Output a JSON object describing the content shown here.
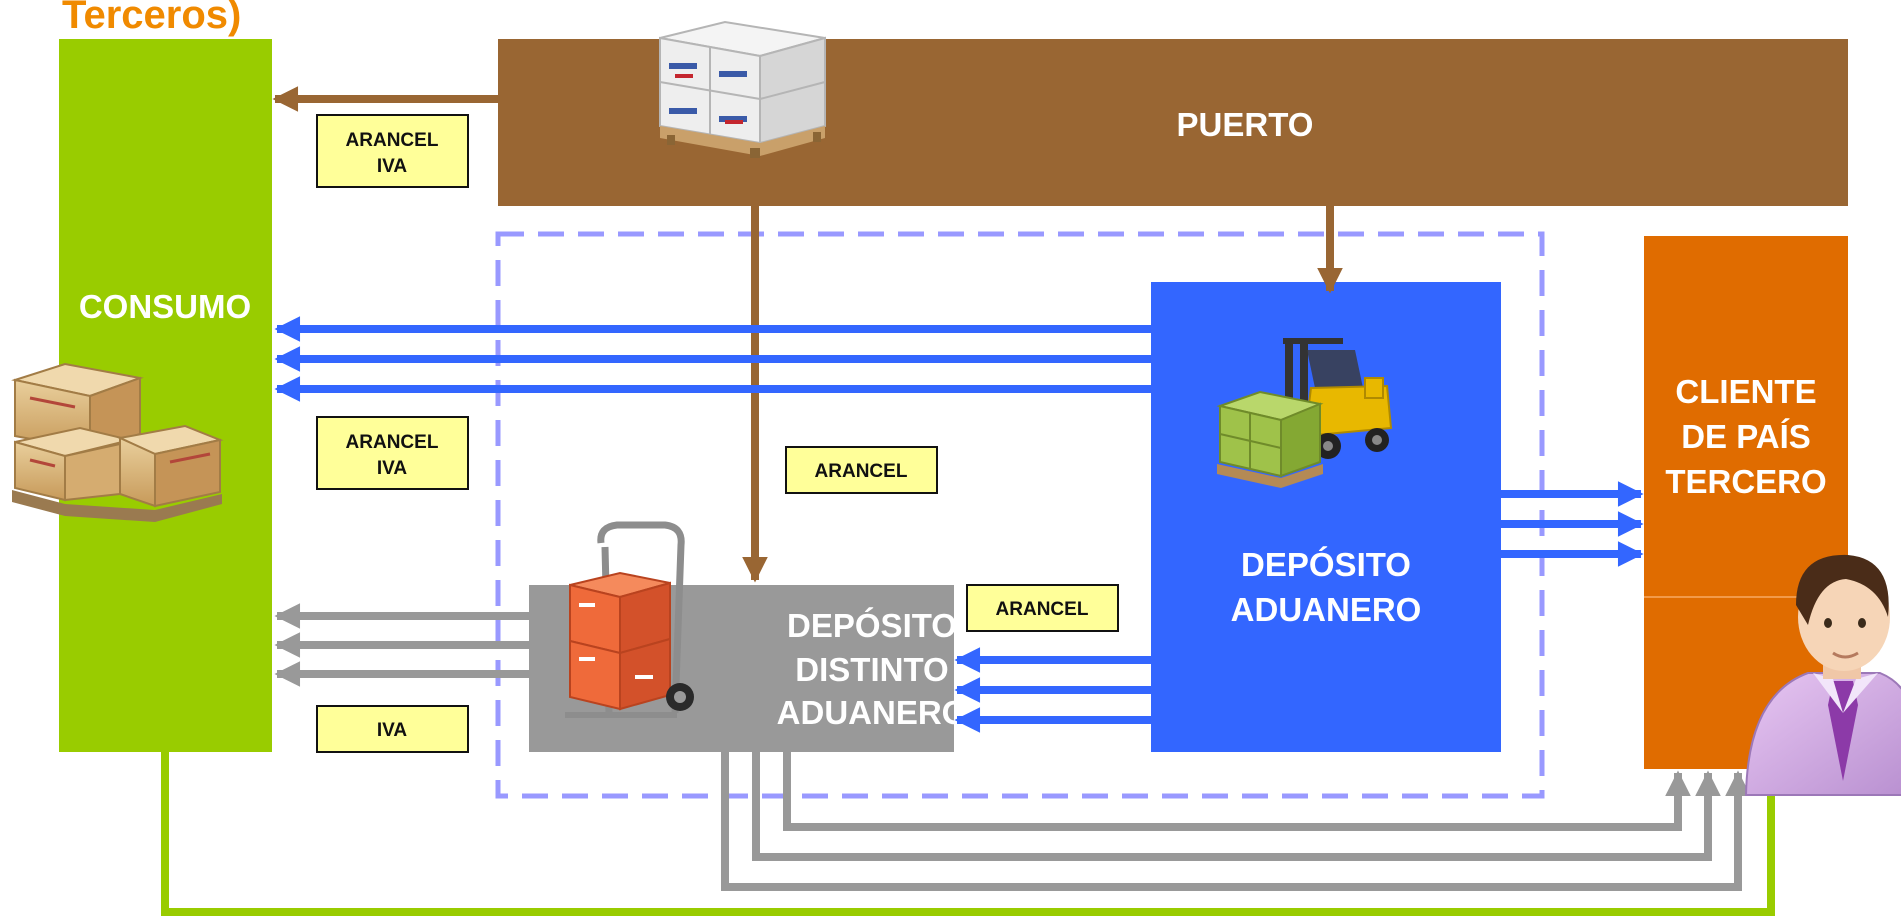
{
  "header": {
    "title_fragment": "Terceros)"
  },
  "nodes": {
    "consumo": "CONSUMO",
    "puerto": "PUERTO",
    "cliente": [
      "CLIENTE",
      "DE PAÍS",
      "TERCERO"
    ],
    "deposito_aduanero": [
      "DEPÓSITO",
      "ADUANERO"
    ],
    "deposito_distinto": [
      "DEPÓSITO",
      "DISTINTO",
      "ADUANERO"
    ]
  },
  "tags": {
    "puerto_consumo": [
      "ARANCEL",
      "IVA"
    ],
    "aduanero_consumo": [
      "ARANCEL",
      "IVA"
    ],
    "puerto_distinto": "ARANCEL",
    "aduanero_distinto": "ARANCEL",
    "distinto_consumo": "IVA"
  },
  "colors": {
    "title_orange": "#f08a00",
    "consumo_green": "#99cc00",
    "puerto_brown": "#996633",
    "deposito_blue": "#3366ff",
    "deposito_gray": "#999999",
    "cliente_orange": "#e06c00",
    "tag_fill": "#ffff99",
    "dashed_border": "#9999ff"
  },
  "icons": [
    "boxes-pallet-icon",
    "wooden-crates-icon",
    "forklift-icon",
    "hand-truck-icon",
    "business-person-icon"
  ]
}
